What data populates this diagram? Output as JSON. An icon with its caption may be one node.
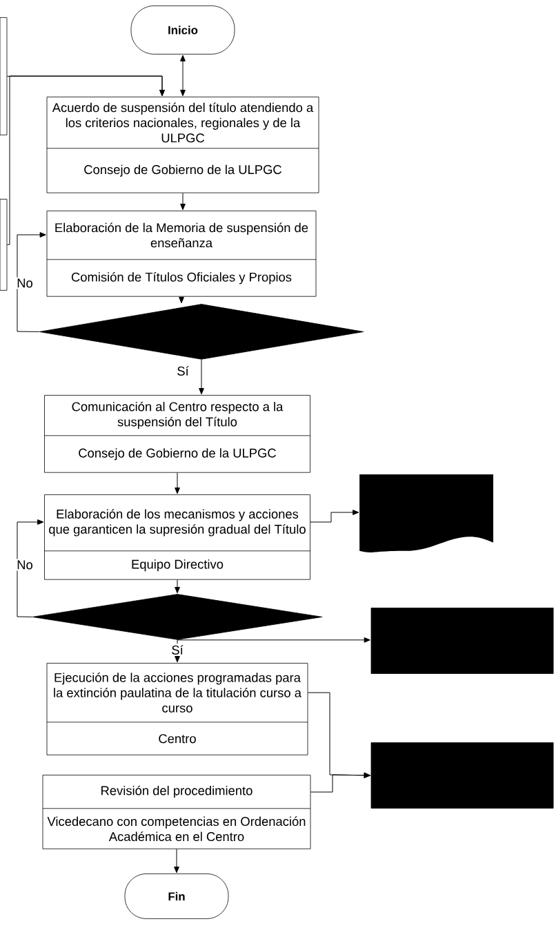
{
  "diagram": {
    "nodes": [
      {
        "text": [
          "Inicio"
        ]
      },
      {
        "text": [],
        "shape": "box"
      },
      {
        "text": [],
        "shape": "box"
      },
      {
        "text": [
          "Acuerdo de suspensión del título atendiendo a los criterios nacionales, regionales y de la ULPGC",
          "Consejo de Gobierno de la ULPGC"
        ]
      },
      {
        "text": [
          "Elaboración de la Memoria de suspensión de enseñanza",
          "Comisión de Títulos Oficiales y Propios"
        ]
      },
      {
        "text": [],
        "shape": "diamond"
      },
      {
        "text": [
          "Comunicación al Centro respecto a la suspensión del Título",
          "Consejo de Gobierno de la ULPGC"
        ]
      },
      {
        "text": [
          "Elaboración de los mecanismos y acciones que garanticen la supresión gradual del Título",
          "Equipo Directivo"
        ]
      },
      {
        "text": [],
        "shape": "document"
      },
      {
        "text": [],
        "shape": "diamond"
      },
      {
        "text": [],
        "shape": "box"
      },
      {
        "text": [
          "Ejecución de la acciones programadas para la extinción paulatina de la titulación curso a curso",
          "Centro"
        ]
      },
      {
        "text": [
          "Revisión del procedimiento",
          "Vicedecano con competencias en Ordenación Académica en el Centro"
        ]
      },
      {
        "text": [],
        "shape": "box"
      },
      {
        "text": [
          "Fin"
        ]
      }
    ],
    "edges": [
      {
        "from": 0,
        "to": 3,
        "arrow": "both"
      },
      {
        "from": 1,
        "to": 3,
        "arrow": "to"
      },
      {
        "from": 2,
        "to": 3,
        "arrow": "to"
      },
      {
        "from": 3,
        "to": 4,
        "arrow": "to"
      },
      {
        "from": 4,
        "to": 5,
        "arrow": "to"
      },
      {
        "from": 5,
        "to": 4,
        "arrow": "to",
        "label": "No"
      },
      {
        "from": 5,
        "to": 6,
        "arrow": "to",
        "label": "Sí"
      },
      {
        "from": 6,
        "to": 7,
        "arrow": "to"
      },
      {
        "from": 7,
        "to": 8,
        "arrow": "to"
      },
      {
        "from": 7,
        "to": 9,
        "arrow": "to"
      },
      {
        "from": 9,
        "to": 7,
        "arrow": "to",
        "label": "No"
      },
      {
        "from": 9,
        "to": 11,
        "arrow": "to",
        "label": "Sí"
      },
      {
        "from": 9,
        "to": 10,
        "arrow": "to"
      },
      {
        "from": 11,
        "to": 13,
        "arrow": "to"
      },
      {
        "from": 12,
        "to": 13,
        "arrow": "to"
      },
      {
        "from": 12,
        "to": 14,
        "arrow": "to"
      }
    ]
  }
}
